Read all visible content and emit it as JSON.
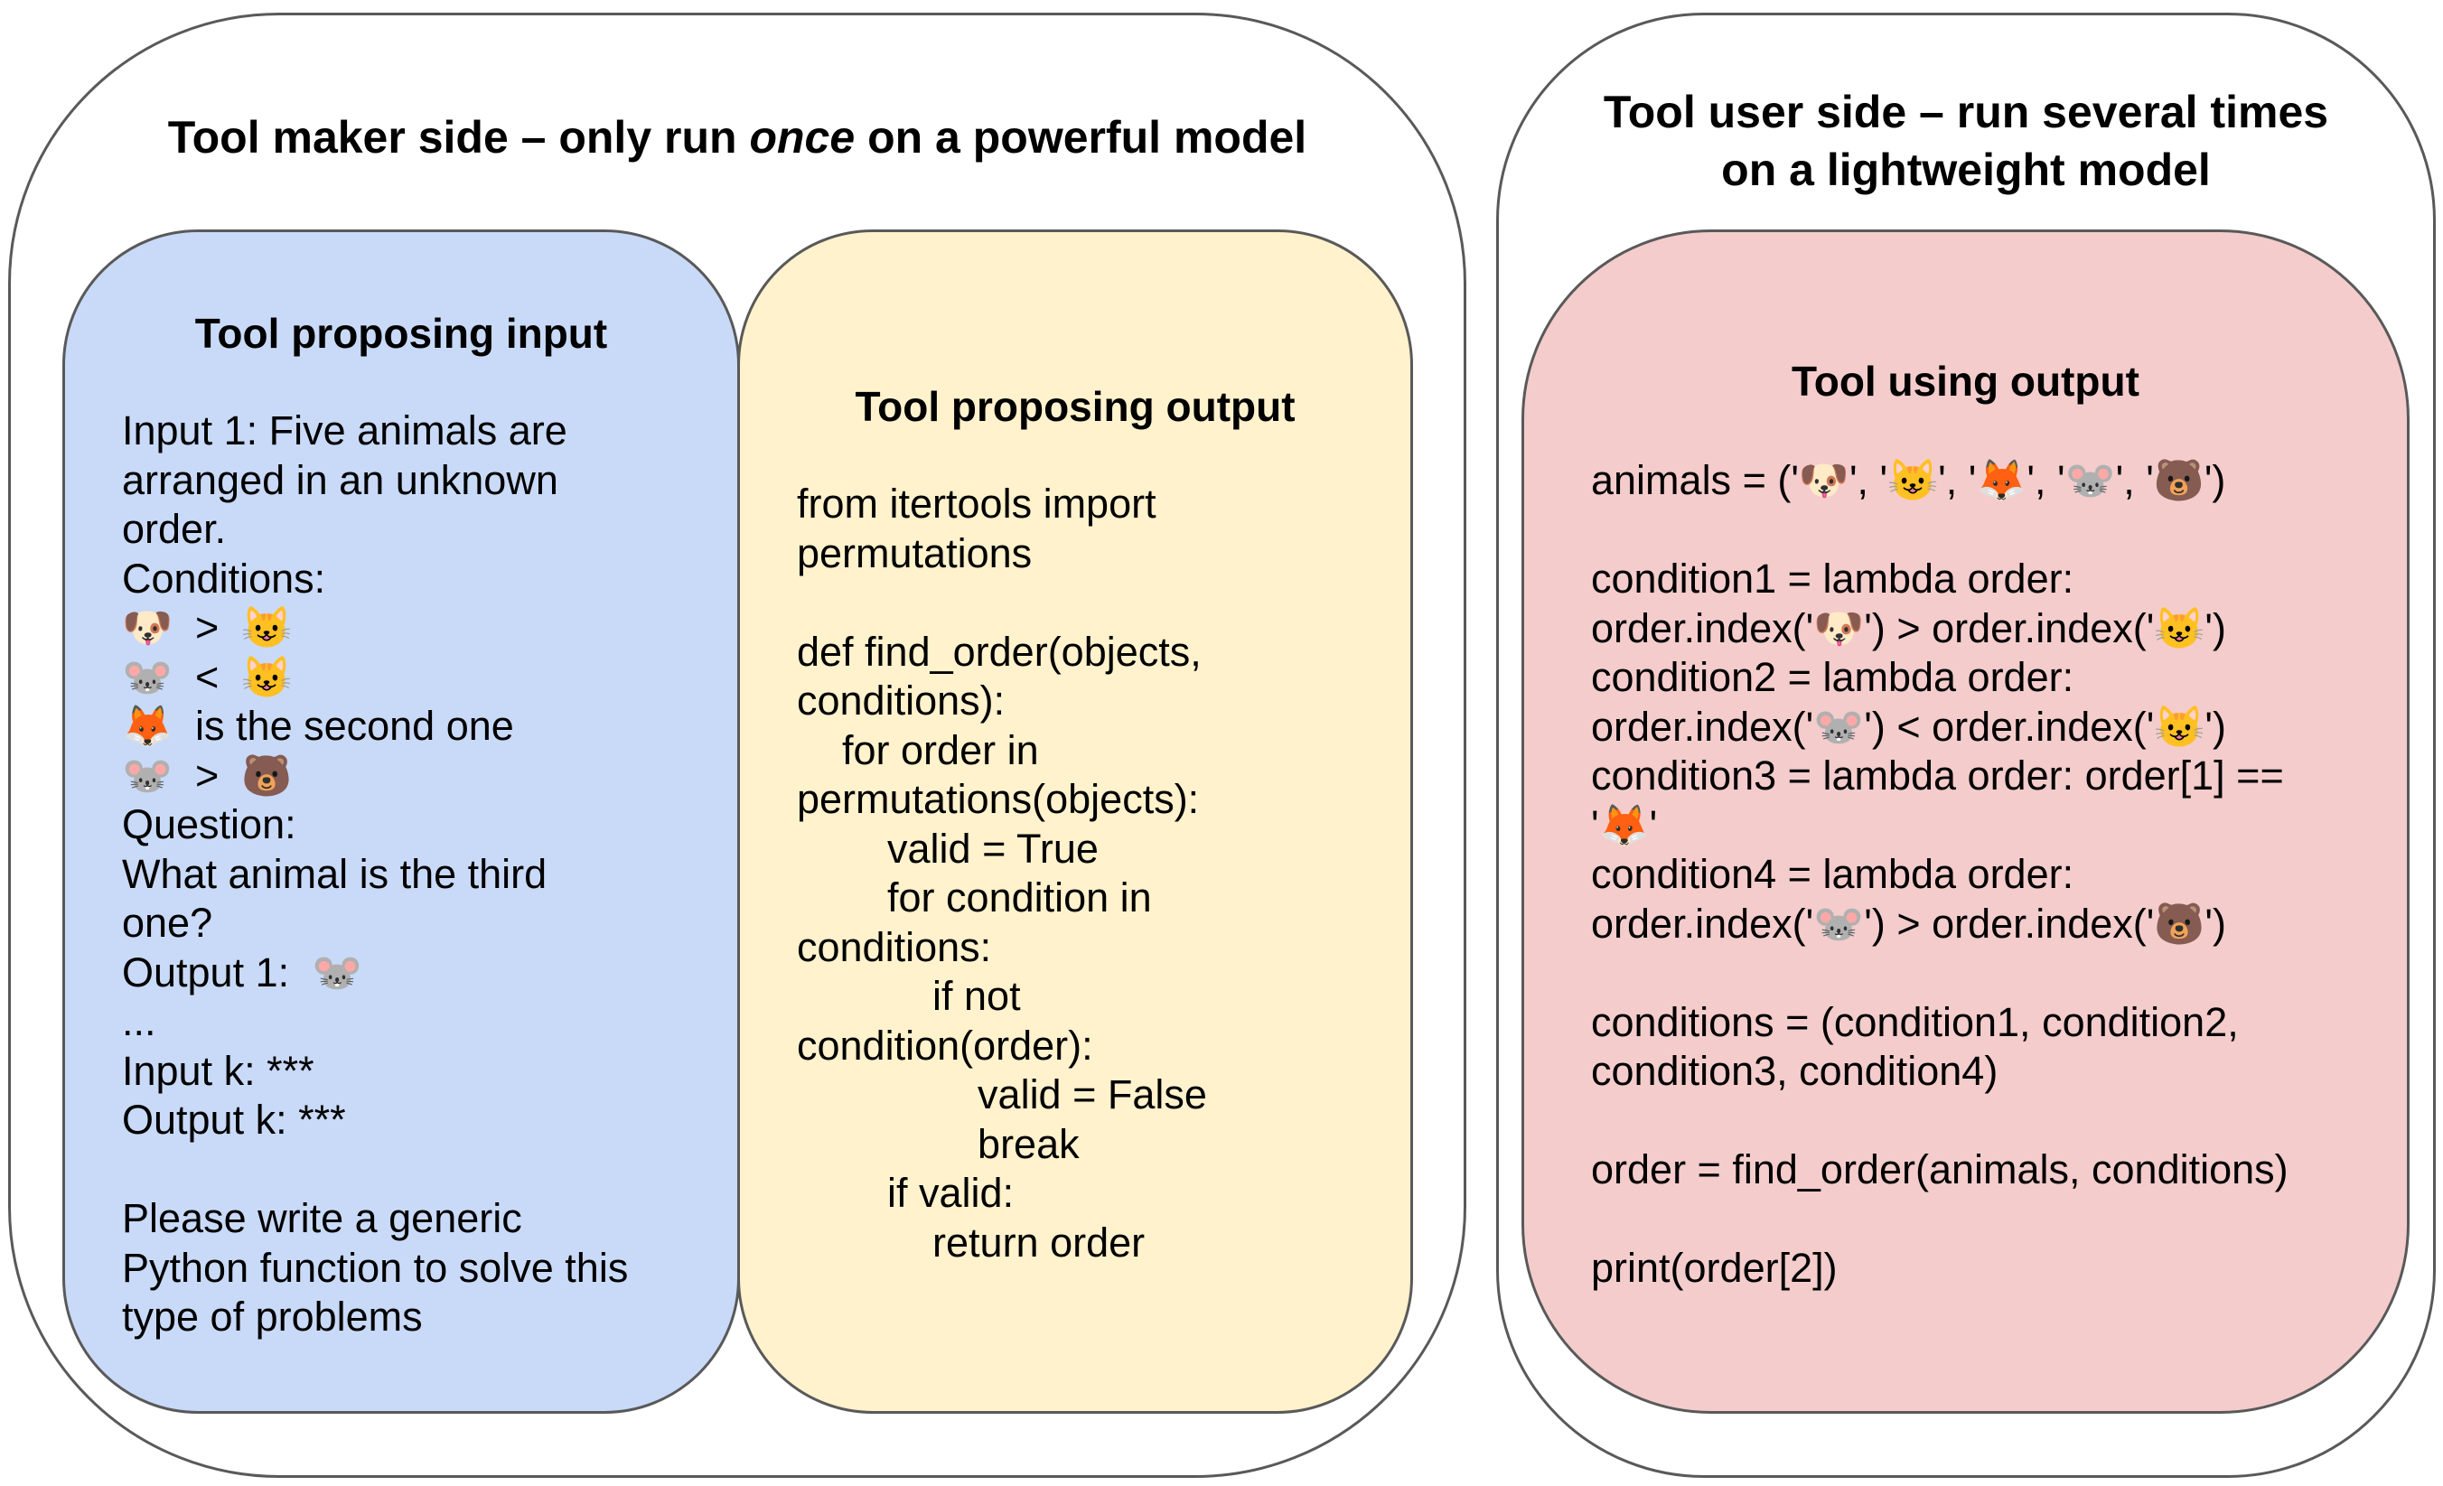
{
  "left_group": {
    "title_pre": "Tool maker side – only run ",
    "title_em": "once",
    "title_post": " on a powerful model"
  },
  "right_group": {
    "title_lines": [
      "Tool user side – run several times",
      "on a lightweight model"
    ]
  },
  "emoji": {
    "dog": "🐶",
    "cat": "😺",
    "fox": "🦊",
    "mouse": "🐭",
    "bear": "🐻"
  },
  "colors": {
    "input_panel": "#c9daf8",
    "output_panel": "#fff2cc",
    "using_panel": "#f4cccc",
    "border": "#595959"
  },
  "input_panel": {
    "title": "Tool proposing input",
    "lines": [
      "Input 1: Five animals are",
      "arranged in an unknown",
      "order.",
      "Conditions:",
      "🐶  >  😺",
      "🐭  <  😺",
      "🦊  is the second one",
      "🐭  >  🐻",
      "Question:",
      "What animal is the third",
      "one?",
      "Output 1:  🐭",
      "...",
      "Input k: ***",
      "Output k: ***",
      "",
      "Please write a generic",
      "Python function to solve this",
      "type of problems"
    ]
  },
  "output_panel": {
    "title": "Tool proposing output",
    "lines": [
      "from itertools import",
      "permutations",
      "",
      "def find_order(objects,",
      "conditions):",
      "    for order in",
      "permutations(objects):",
      "        valid = True",
      "        for condition in",
      "conditions:",
      "            if not",
      "condition(order):",
      "                valid = False",
      "                break",
      "        if valid:",
      "            return order"
    ]
  },
  "using_panel": {
    "title": "Tool using output",
    "lines": [
      "animals = ('🐶', '😺', '🦊', '🐭', '🐻')",
      "",
      "condition1 = lambda order:",
      "order.index('🐶') > order.index('😺')",
      "condition2 = lambda order:",
      "order.index('🐭') < order.index('😺')",
      "condition3 = lambda order: order[1] ==",
      "'🦊'",
      "condition4 = lambda order:",
      "order.index('🐭') > order.index('🐻')",
      "",
      "conditions = (condition1, condition2,",
      "condition3, condition4)",
      "",
      "order = find_order(animals, conditions)",
      "",
      "print(order[2])"
    ]
  }
}
